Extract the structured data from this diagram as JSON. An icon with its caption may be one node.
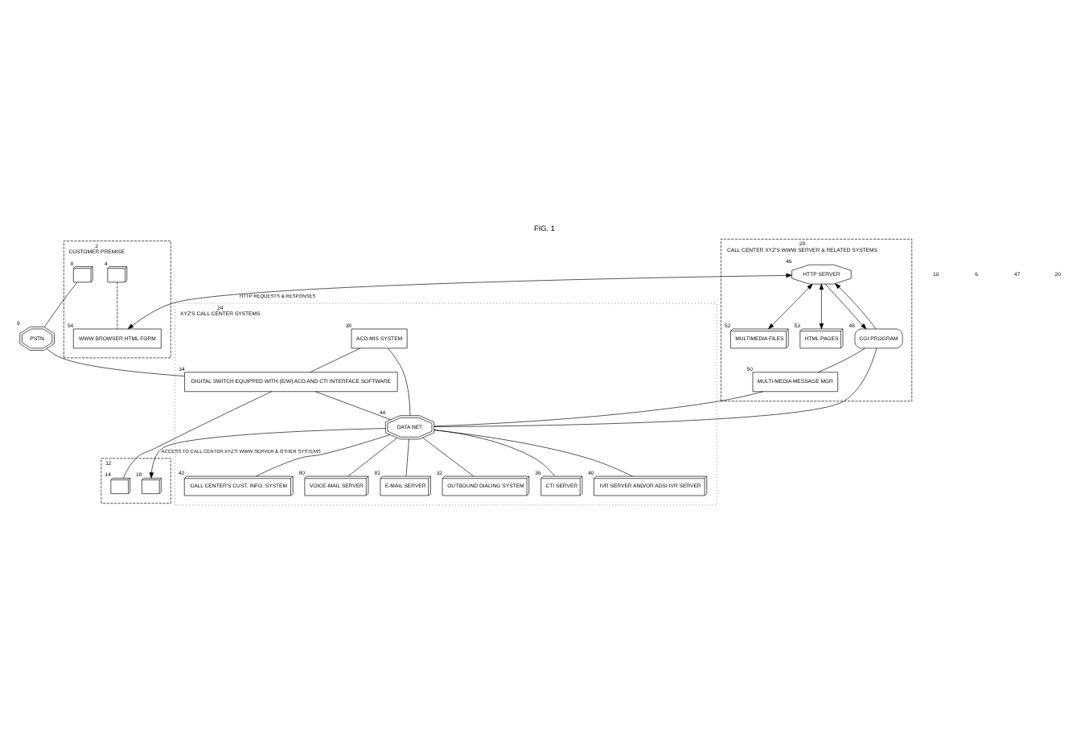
{
  "diagram": {
    "title": "FIG. 1",
    "nodes": [
      {
        "text": [
          "CUSTOMER PREMISE"
        ],
        "beside": [
          "2"
        ]
      },
      {
        "text": [],
        "shape": "picture",
        "in": 0,
        "beside": [
          "4"
        ]
      },
      {
        "text": [],
        "shape": "picture",
        "in": 0,
        "beside": [
          "8"
        ]
      },
      {
        "text": [
          "WWW BROWSER HTML FORM"
        ],
        "in": 0,
        "beside": [
          "54"
        ]
      },
      {
        "text": [
          "CALL CENTER XYZ'S WWW SERVER & RELATED SYSTEMS"
        ],
        "beside": [
          "28"
        ]
      },
      {
        "text": [
          "MULTIMEDIA FILES"
        ],
        "in": 4,
        "beside": [
          "52"
        ]
      },
      {
        "text": [
          "HTTP SERVER"
        ],
        "in": 4,
        "beside": [
          "46"
        ]
      },
      {
        "text": [
          "HTML PAGES"
        ],
        "in": 4,
        "beside": [
          "53"
        ]
      },
      {
        "text": [
          "CGI PROGRAM"
        ],
        "in": 4,
        "beside": [
          "48"
        ]
      },
      {
        "text": [
          "MULTI-MEDIA MESSAGE MGR"
        ],
        "in": 4,
        "beside": [
          "50"
        ]
      },
      {
        "text": [
          "XYZ'S CALL CENTER SYSTEMS"
        ],
        "beside": [
          "24"
        ]
      },
      {
        "text": [
          "CALL CENTER'S CUST. INFO. SYSTEM"
        ],
        "in": 10,
        "beside": [
          "42"
        ]
      },
      {
        "text": [
          "VOICE-MAIL SERVER"
        ],
        "in": 10,
        "beside": [
          "80"
        ]
      },
      {
        "text": [
          "E-MAIL SERVER"
        ],
        "in": 10,
        "beside": [
          "81"
        ]
      },
      {
        "text": [
          "OUTBOUND DIALING SYSTEM"
        ],
        "in": 10,
        "beside": [
          "32"
        ]
      },
      {
        "text": [
          "CTI SERVER"
        ],
        "in": 10,
        "beside": [
          "36"
        ]
      },
      {
        "text": [
          "IVR SERVER AND/OR ADSI IVR SERVER"
        ],
        "in": 10,
        "beside": [
          "40"
        ]
      },
      {
        "text": [
          "ACD-MIS SYSTEM"
        ],
        "in": 10,
        "beside": [
          "38"
        ]
      },
      {
        "text": [
          "DIGITAL SWITCH EQUIPPED WITH (E/W) ACD AND CTI INTERFACE SOFTWARE"
        ],
        "in": 10,
        "beside": [
          "34"
        ]
      },
      {
        "text": [
          "DATA NET"
        ],
        "in": 10,
        "beside": [
          "44"
        ]
      },
      {
        "text": [],
        "shape": "box",
        "beside": [
          "12"
        ]
      },
      {
        "text": [],
        "shape": "picture",
        "in": 20,
        "beside": [
          "18"
        ]
      },
      {
        "text": [],
        "shape": "picture",
        "in": 20,
        "beside": [
          "14"
        ]
      },
      {
        "text": [
          "PSTN"
        ],
        "beside": [
          "9"
        ]
      }
    ],
    "edges": [
      {
        "from": 2,
        "to": 23,
        "arrow": "none"
      },
      {
        "from": 1,
        "to": 3,
        "arrow": "none",
        "style": "dashed"
      },
      {
        "from": 6,
        "to": 3,
        "arrow": "both",
        "label": "HTTP REQUESTS & RESPONSES"
      },
      {
        "from": 6,
        "to": 5,
        "arrow": "both"
      },
      {
        "from": 6,
        "to": 7,
        "arrow": "both"
      },
      {
        "from": 6,
        "to": 8,
        "arrow": "to"
      },
      {
        "from": 8,
        "to": 6,
        "arrow": "to"
      },
      {
        "from": 8,
        "to": 9,
        "arrow": "none"
      },
      {
        "from": 8,
        "to": 19,
        "arrow": "none"
      },
      {
        "from": 9,
        "to": 19,
        "arrow": "none"
      },
      {
        "from": 19,
        "to": 11,
        "arrow": "none"
      },
      {
        "from": 19,
        "to": 12,
        "arrow": "none"
      },
      {
        "from": 19,
        "to": 13,
        "arrow": "none"
      },
      {
        "from": 19,
        "to": 14,
        "arrow": "none"
      },
      {
        "from": 19,
        "to": 15,
        "arrow": "none"
      },
      {
        "from": 19,
        "to": 16,
        "arrow": "none"
      },
      {
        "from": 17,
        "to": 19,
        "arrow": "none"
      },
      {
        "from": 18,
        "to": 19,
        "arrow": "none"
      },
      {
        "from": 17,
        "to": 18,
        "arrow": "none"
      },
      {
        "from": 23,
        "to": 18,
        "arrow": "none"
      },
      {
        "from": 22,
        "to": 18,
        "arrow": "none"
      },
      {
        "from": 19,
        "to": 21,
        "arrow": "to",
        "label": "ACCESS TO CALL CENTER XYZ'S WWW SERVER & OTHER SYSTEMS"
      }
    ],
    "labels": [
      "10",
      "6",
      "47",
      "20"
    ]
  }
}
